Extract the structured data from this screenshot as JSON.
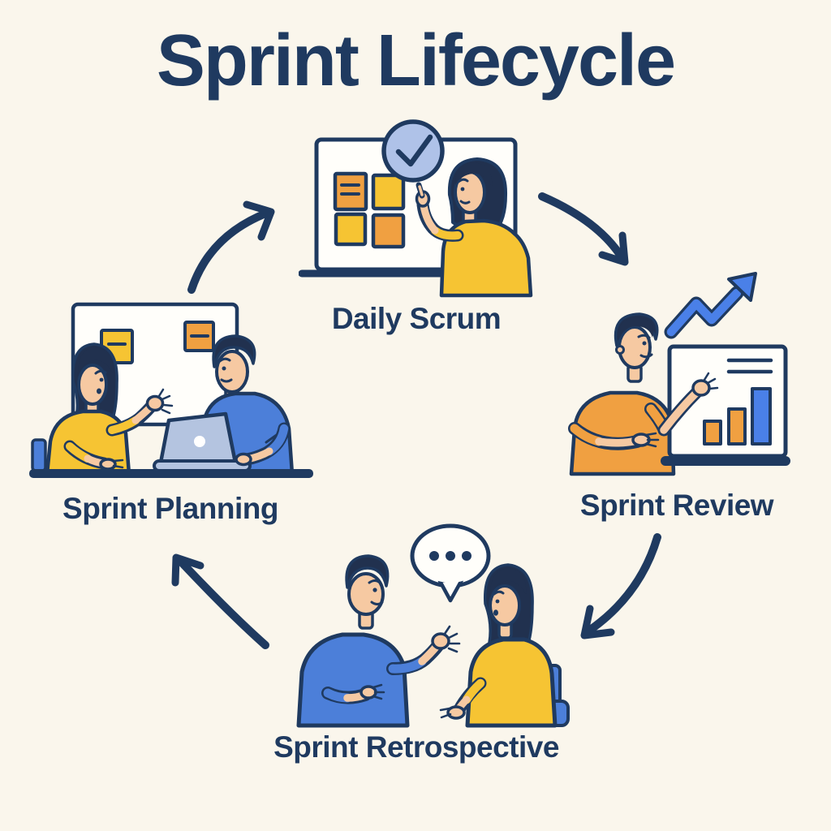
{
  "title": "Sprint Lifecycle",
  "stages": {
    "daily_scrum": {
      "label": "Daily Scrum",
      "icons": [
        "check-circle-icon",
        "task-board-icon",
        "sticky-notes-icon"
      ],
      "scene": "Woman in yellow shirt pointing at a task board with four sticky notes and a blue check-mark badge"
    },
    "sprint_review": {
      "label": "Sprint Review",
      "icons": [
        "trend-up-arrow-icon",
        "bar-chart-board-icon"
      ],
      "scene": "Man in orange shirt presenting a bar chart board under a rising blue zigzag arrow"
    },
    "sprint_retrospective": {
      "label": "Sprint Retrospective",
      "icons": [
        "speech-bubble-icon"
      ],
      "scene": "Man in blue shirt and woman in yellow shirt talking, speech bubble with three dots between them"
    },
    "sprint_planning": {
      "label": "Sprint Planning",
      "icons": [
        "whiteboard-icon",
        "sticky-notes-icon",
        "laptop-icon"
      ],
      "scene": "Woman in yellow shirt and man in blue shirt planning at a table with a laptop and a sticky-note whiteboard"
    }
  },
  "cycle_arrows": [
    {
      "from": "sprint_planning",
      "to": "daily_scrum"
    },
    {
      "from": "daily_scrum",
      "to": "sprint_review"
    },
    {
      "from": "sprint_review",
      "to": "sprint_retrospective"
    },
    {
      "from": "sprint_retrospective",
      "to": "sprint_planning"
    }
  ],
  "colors": {
    "background": "#FAF6EC",
    "ink": "#1F3A60",
    "hair": "#21314F",
    "yellow": "#F6C433",
    "orange": "#F0A041",
    "blue": "#4C7FD9",
    "bright_blue": "#4A80E8",
    "periwinkle": "#AFC2E8",
    "laptop": "#B4C4E0",
    "skin": "#F6C9A2",
    "board": "#FFFEFA"
  }
}
